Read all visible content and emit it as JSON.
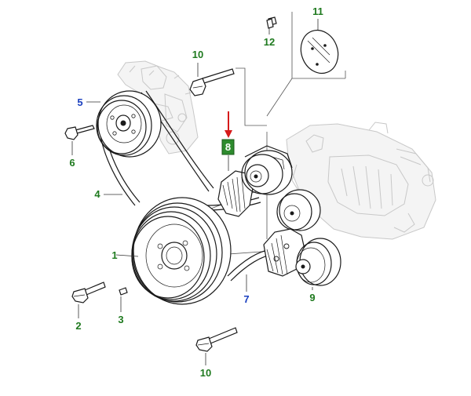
{
  "colors": {
    "callout_green": "#1f7a1f",
    "callout_blue": "#1a3fbf",
    "highlight_fill": "#2e8b2e",
    "pointer_arrow": "#d61a1a"
  },
  "callouts": {
    "c1": "1",
    "c2": "2",
    "c3": "3",
    "c4": "4",
    "c5": "5",
    "c6": "6",
    "c7": "7",
    "c8": "8",
    "c9": "9",
    "c10_top": "10",
    "c10_bottom": "10",
    "c11": "11",
    "c12": "12"
  }
}
